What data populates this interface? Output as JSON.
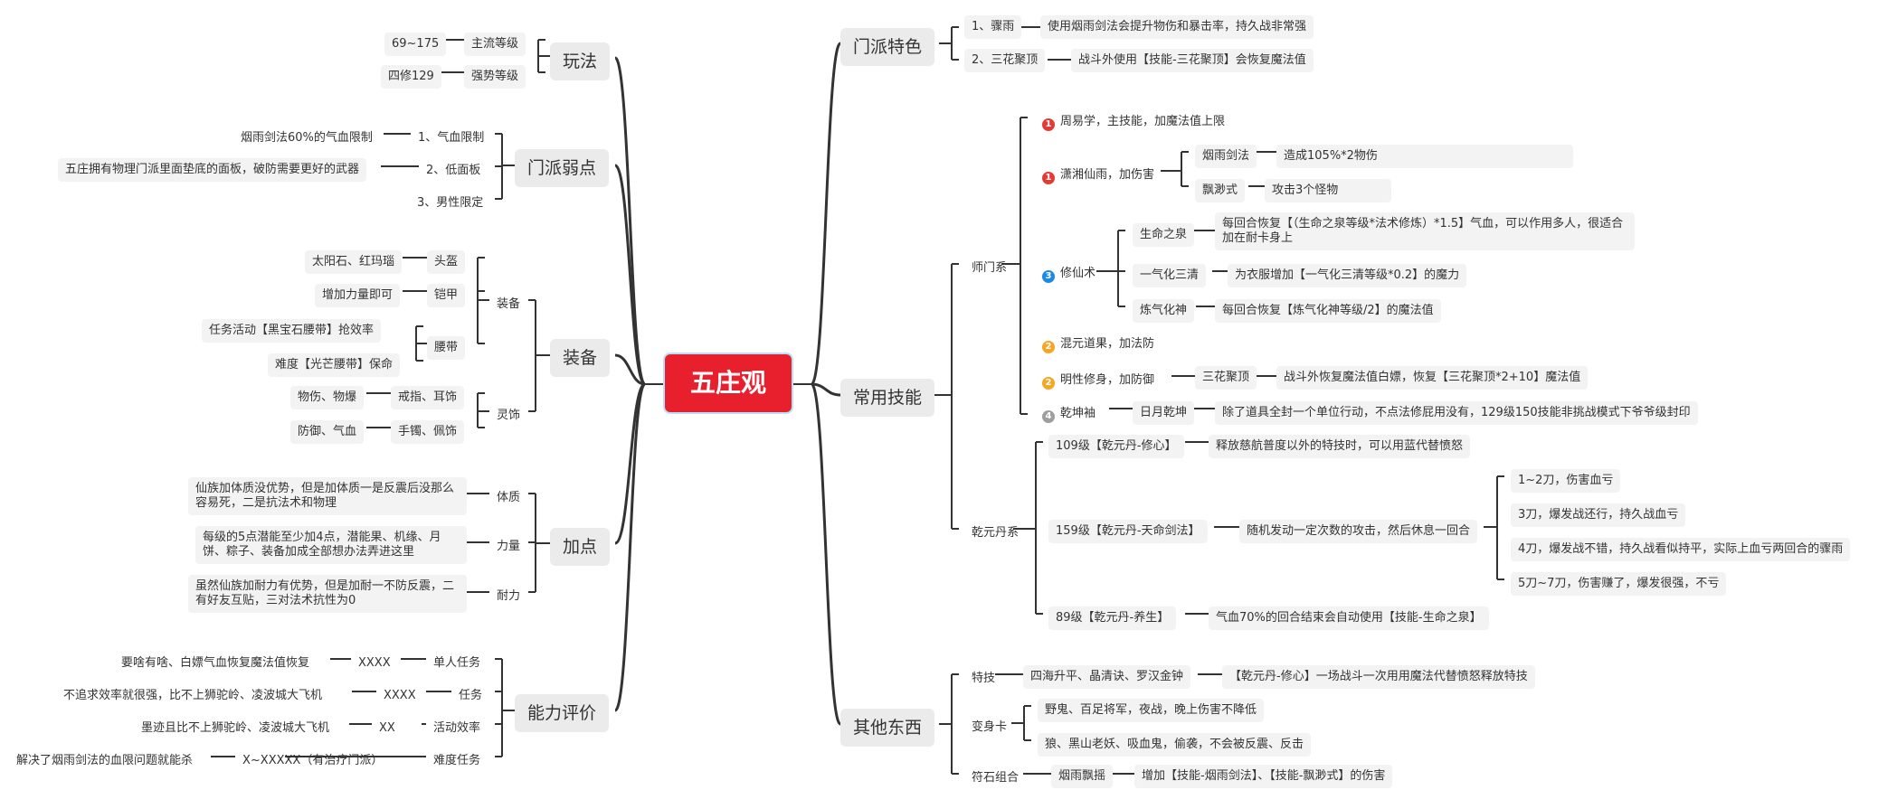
{
  "root": "五庄观",
  "left": {
    "wanfa": {
      "label": "玩法",
      "items": [
        {
          "key": "主流等级",
          "val": "69~175"
        },
        {
          "key": "强势等级",
          "val": "四修129"
        }
      ]
    },
    "ruodian": {
      "label": "门派弱点",
      "items": [
        {
          "key": "1、气血限制",
          "val": "烟雨剑法60%的气血限制"
        },
        {
          "key": "2、低面板",
          "val": "五庄拥有物理门派里面垫底的面板，破防需要更好的武器"
        },
        {
          "key": "3、男性限定",
          "val": ""
        }
      ]
    },
    "zhuangbei": {
      "label": "装备",
      "zb": {
        "label": "装备",
        "items": [
          {
            "key": "头盔",
            "val": "太阳石、红玛瑙"
          },
          {
            "key": "铠甲",
            "val": "增加力量即可"
          },
          {
            "key": "腰带",
            "vals": [
              "任务活动【黑宝石腰带】抢效率",
              "难度【光芒腰带】保命"
            ]
          }
        ]
      },
      "ls": {
        "label": "灵饰",
        "items": [
          {
            "key": "戒指、耳饰",
            "val": "物伤、物爆"
          },
          {
            "key": "手镯、佩饰",
            "val": "防御、气血"
          }
        ]
      }
    },
    "jiadian": {
      "label": "加点",
      "items": [
        {
          "key": "体质",
          "val": "仙族加体质没优势，但是加体质一是反震后没那么容易死，二是抗法术和物理"
        },
        {
          "key": "力量",
          "val": "每级的5点潜能至少加4点，潜能果、机缘、月饼、粽子、装备加成全部想办法弄进这里"
        },
        {
          "key": "耐力",
          "val": "虽然仙族加耐力有优势，但是加耐一不防反震，二有好友互贴，三对法术抗性为0"
        }
      ]
    },
    "nengli": {
      "label": "能力评价",
      "items": [
        {
          "key": "单人任务",
          "mid": "XXXX",
          "val": "要啥有啥、白嫖气血恢复魔法值恢复"
        },
        {
          "key": "任务",
          "mid": "XXXX",
          "val": "不追求效率就很强，比不上狮驼岭、凌波城大飞机"
        },
        {
          "key": "活动效率",
          "mid": "XX",
          "val": "墨迹且比不上狮驼岭、凌波城大飞机"
        },
        {
          "key": "难度任务",
          "mid": "X~XXXXX（有治疗门派）",
          "val": "解决了烟雨剑法的血限问题就能杀"
        }
      ]
    }
  },
  "right": {
    "tese": {
      "label": "门派特色",
      "items": [
        {
          "key": "1、骤雨",
          "val": "使用烟雨剑法会提升物伤和暴击率，持久战非常强"
        },
        {
          "key": "2、三花聚顶",
          "val": "战斗外使用【技能-三花聚顶】会恢复魔法值"
        }
      ]
    },
    "jineng": {
      "label": "常用技能",
      "shimen": {
        "label": "师门系",
        "zhouyi": "周易学，主技能，加魔法值上限",
        "xiaoxiang": {
          "label": "潇湘仙雨，加伤害",
          "items": [
            {
              "key": "烟雨剑法",
              "val": "造成105%*2物伤"
            },
            {
              "key": "飘渺式",
              "val": "攻击3个怪物"
            }
          ]
        },
        "xiuxian": {
          "label": "修仙术",
          "items": [
            {
              "key": "生命之泉",
              "val": "每回合恢复【（生命之泉等级*法术修炼）*1.5】气血，可以作用多人，很适合加在耐卡身上"
            },
            {
              "key": "一气化三清",
              "val": "为衣服增加【一气化三清等级*0.2】的魔力"
            },
            {
              "key": "炼气化神",
              "val": "每回合恢复【炼气化神等级/2】的魔法值"
            }
          ]
        },
        "hunyuan": "混元道果，加法防",
        "mingxing": {
          "label": "明性修身，加防御",
          "key": "三花聚顶",
          "val": "战斗外恢复魔法值白嫖，恢复【三花聚顶*2+10】魔法值"
        },
        "qiankun": {
          "label": "乾坤袖",
          "key": "日月乾坤",
          "val": "除了道具全封一个单位行动，不点法修屁用没有，129级150技能非挑战模式下爷爷级封印"
        }
      },
      "qianyuan": {
        "label": "乾元丹系",
        "a109": {
          "key": "109级【乾元丹-修心】",
          "val": "释放慈航普度以外的特技时，可以用蓝代替愤怒"
        },
        "a159": {
          "key": "159级【乾元丹-天命剑法】",
          "val": "随机发动一定次数的攻击，然后休息一回合",
          "subs": [
            "1~2刀，伤害血亏",
            "3刀，爆发战还行，持久战血亏",
            "4刀，爆发战不错，持久战看似持平，实际上血亏两回合的骤雨",
            "5刀~7刀，伤害赚了，爆发很强，不亏"
          ]
        },
        "a89": {
          "key": "89级【乾元丹-养生】",
          "val": "气血70%的回合结束会自动使用【技能-生命之泉】"
        }
      }
    },
    "qita": {
      "label": "其他东西",
      "teji": {
        "key": "特技",
        "mid": "四海升平、晶清诀、罗汉金钟",
        "val": "【乾元丹-修心】一场战斗一次用用魔法代替愤怒释放特技"
      },
      "bianshen": {
        "key": "变身卡",
        "vals": [
          "野鬼、百足将军，夜战，晚上伤害不降低",
          "狼、黑山老妖、吸血鬼，偷袭，不会被反震、反击"
        ]
      },
      "fushi": {
        "key": "符石组合",
        "mid": "烟雨飘摇",
        "val": "增加【技能-烟雨剑法】、【技能-飘渺式】的伤害"
      }
    }
  },
  "badges": {
    "red": "1",
    "blue": "3",
    "yellow": "2",
    "gray": "4"
  },
  "colors": {
    "root": "#e8202e",
    "line": "#333333",
    "node": "#f3f3f3"
  }
}
